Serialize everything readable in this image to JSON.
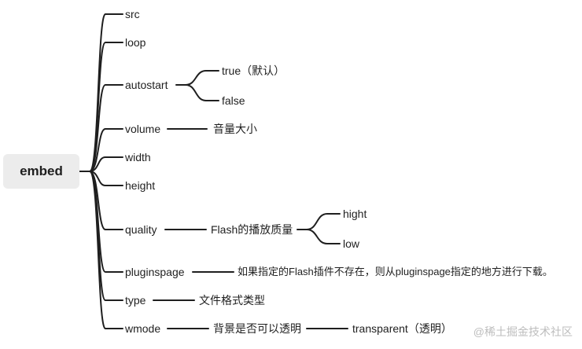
{
  "root": "embed",
  "branches": [
    {
      "label": "src"
    },
    {
      "label": "loop"
    },
    {
      "label": "autostart",
      "children": [
        {
          "label": "true（默认）"
        },
        {
          "label": "false"
        }
      ]
    },
    {
      "label": "volume",
      "children": [
        {
          "label": "音量大小"
        }
      ]
    },
    {
      "label": "width"
    },
    {
      "label": "height"
    },
    {
      "label": "quality",
      "children": [
        {
          "label": "Flash的播放质量",
          "children": [
            {
              "label": "hight"
            },
            {
              "label": "low"
            }
          ]
        }
      ]
    },
    {
      "label": "pluginspage",
      "children": [
        {
          "label": "如果指定的Flash插件不存在，则从pluginspage指定的地方进行下载。"
        }
      ]
    },
    {
      "label": "type",
      "children": [
        {
          "label": "文件格式类型"
        }
      ]
    },
    {
      "label": "wmode",
      "children": [
        {
          "label": "背景是否可以透明",
          "children": [
            {
              "label": "transparent（透明）"
            }
          ]
        }
      ]
    }
  ],
  "watermark": "@稀土掘金技术社区"
}
